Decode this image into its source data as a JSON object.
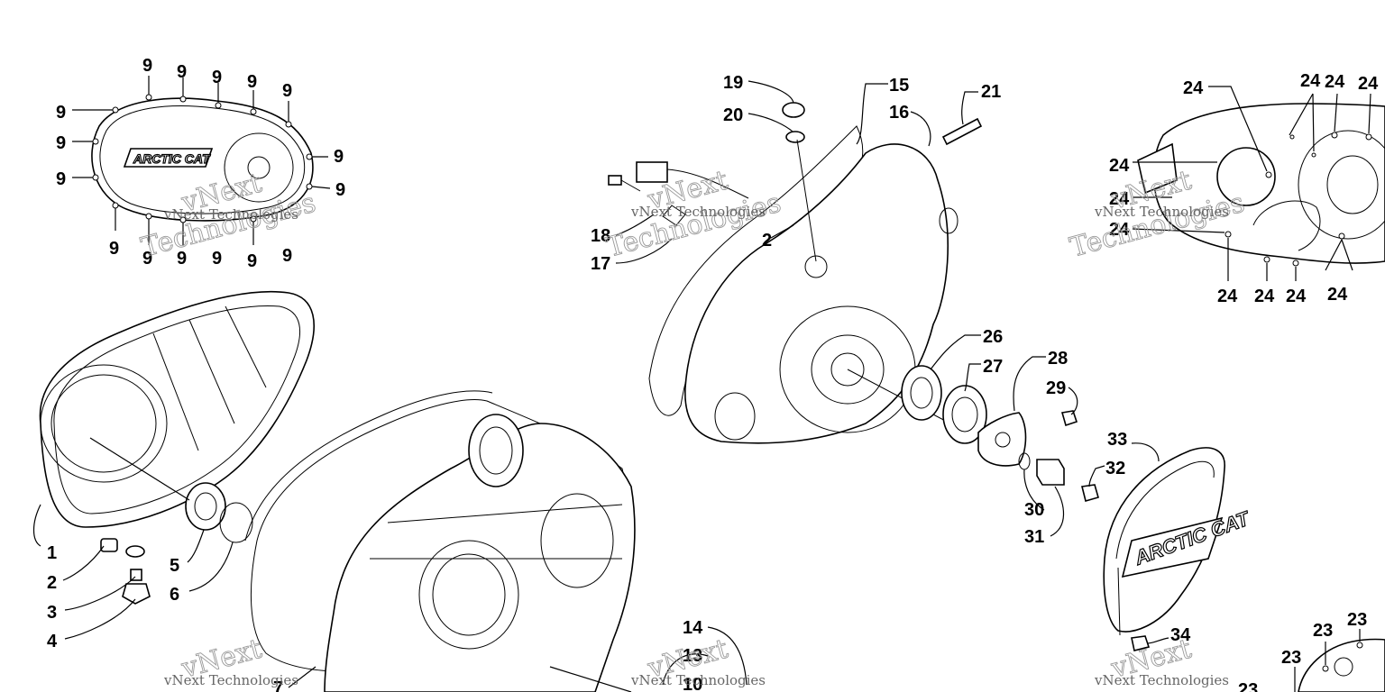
{
  "brand_logo_text": "ARCTIC CAT",
  "watermark": {
    "big": "vNext",
    "big2": "Technologies",
    "small": "vNext Technologies"
  },
  "callouts": {
    "c1": "1",
    "c2": "2",
    "c3": "3",
    "c4": "4",
    "c5": "5",
    "c6": "6",
    "c7": "7",
    "c9": "9",
    "c10": "10",
    "c13": "13",
    "c14": "14",
    "c15": "15",
    "c16": "16",
    "c17": "17",
    "c18": "18",
    "c19": "19",
    "c20": "20",
    "c21": "21",
    "c23": "23",
    "c24": "24",
    "c26": "26",
    "c27": "27",
    "c28": "28",
    "c29": "29",
    "c30": "30",
    "c31": "31",
    "c32": "32",
    "c33": "33",
    "c34": "34"
  }
}
